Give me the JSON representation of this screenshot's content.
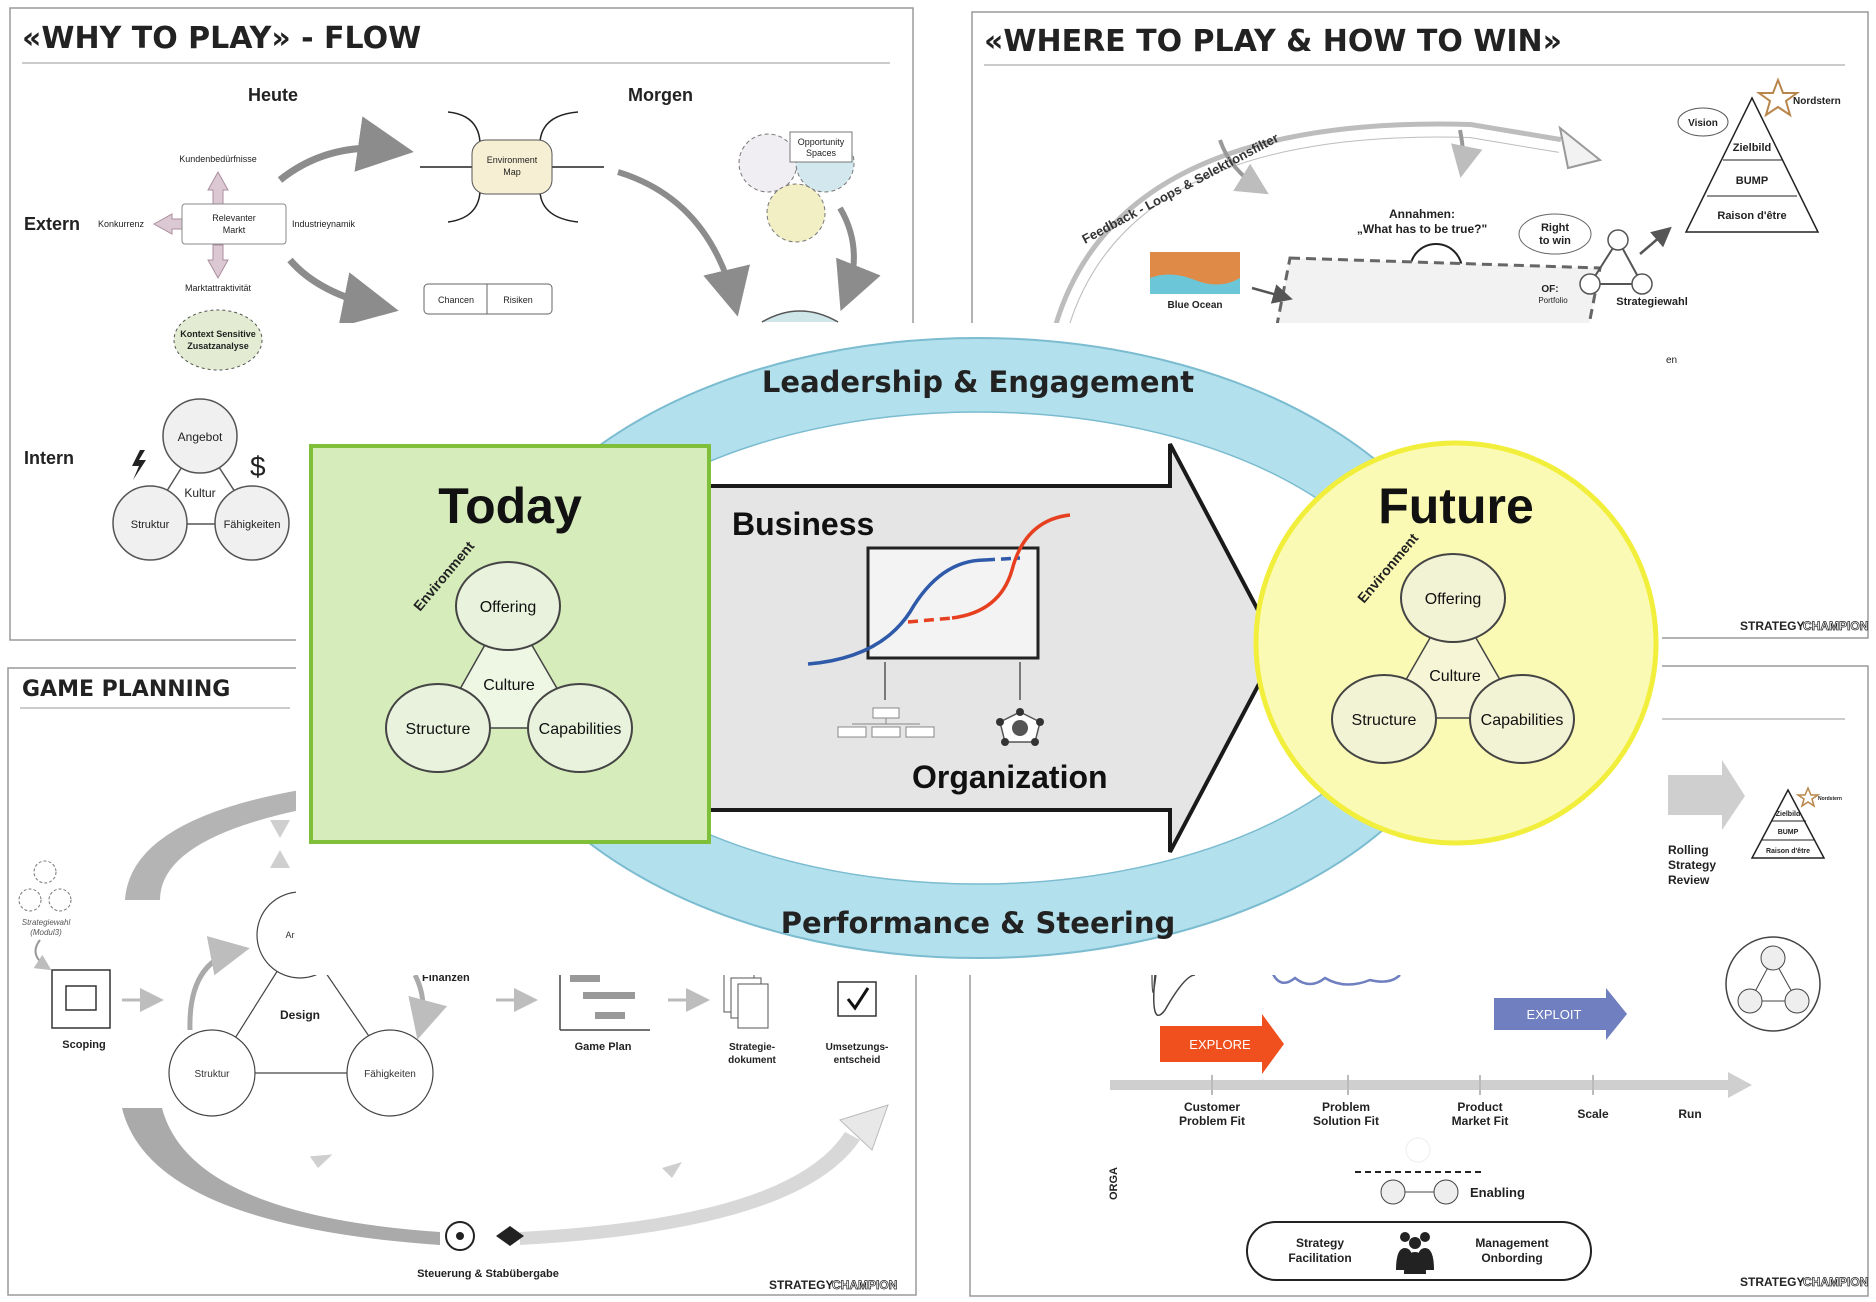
{
  "why": {
    "title": "«WHY TO PLAY» - FLOW",
    "heute": "Heute",
    "morgen": "Morgen",
    "extern": "Extern",
    "intern": "Intern",
    "kundenbeduerfnisse": "Kundenbedürfnisse",
    "konkurrenz": "Konkurrenz",
    "industriedynamik": "Industrieynamik",
    "marktattraktivitaet": "Marktattraktivität",
    "relevanter1": "Relevanter",
    "relevanter2": "Markt",
    "env1": "Environment",
    "env2": "Map",
    "chancen": "Chancen",
    "risiken": "Risiken",
    "opp1": "Opportunity",
    "opp2": "Spaces",
    "kontext1": "Kontext Sensitive",
    "kontext2": "Zusatzanalyse",
    "angebot": "Angebot",
    "kultur": "Kultur",
    "struktur": "Struktur",
    "faehigkeiten": "Fähigkeiten",
    "dollar": "$"
  },
  "where": {
    "title": "«WHERE TO PLAY & HOW TO WIN»",
    "feedback": "Feedback - Loops & Selektionsfilter",
    "annahmen1": "Annahmen:",
    "annahmen2": "„What has to be true?\"",
    "blue_ocean": "Blue Ocean",
    "right1": "Right",
    "right2": "to win",
    "of1": "OF:",
    "of2": "Portfolio",
    "strategiewahl": "Strategiewahl",
    "vision": "Vision",
    "nordstern": "Nordstern",
    "zielbild": "Zielbild",
    "bump": "BUMP",
    "raison": "Raison d'être",
    "fragment": "en"
  },
  "game": {
    "title": "GAME PLANNING",
    "strategiewahl1": "Strategiewahl",
    "strategiewahl2": "(Modul3)",
    "scoping": "Scoping",
    "ar": "Ar",
    "design": "Design",
    "struktur": "Struktur",
    "faehigkeiten": "Fähigkeiten",
    "finanzen": "Finanzen",
    "game_plan": "Game Plan",
    "dokument1": "Strategie-",
    "dokument2": "dokument",
    "entscheid1": "Umsetzungs-",
    "entscheid2": "entscheid",
    "steuerung": "Steuerung & Stabübergabe"
  },
  "exec": {
    "rolling1": "Rolling",
    "rolling2": "Strategy",
    "rolling3": "Review",
    "zielbild": "Zielbild",
    "bump": "BUMP",
    "raison": "Raison d'être",
    "nordstern": "Nordstern",
    "explore": "EXPLORE",
    "exploit": "EXPLOIT",
    "m1a": "Customer",
    "m1b": "Problem Fit",
    "m2a": "Problem",
    "m2b": "Solution Fit",
    "m3a": "Product",
    "m3b": "Market Fit",
    "m4": "Scale",
    "m5": "Run",
    "orga": "ORGA",
    "enabling": "Enabling",
    "facilitation1": "Strategy",
    "facilitation2": "Facilitation",
    "onbording1": "Management",
    "onbording2": "Onbording"
  },
  "brand": {
    "strategy": "STRATEGY",
    "champion": "CHAMPION"
  },
  "main": {
    "leadership": "Leadership & Engagement",
    "performance": "Performance & Steering",
    "today": "Today",
    "future": "Future",
    "business": "Business",
    "organization": "Organization",
    "environment": "Environment",
    "offering": "Offering",
    "culture": "Culture",
    "structure": "Structure",
    "capabilities": "Capabilities"
  },
  "colors": {
    "ring": "#b2e0ec",
    "today_fill": "#d6ecbb",
    "today_border": "#7fbf3a",
    "future_fill": "#fafab4",
    "future_border": "#f2ee3c",
    "arrow_fill": "#e5e5e5",
    "explore": "#f0501e",
    "exploit": "#6f7fc0",
    "curve_blue": "#2f5aaa",
    "curve_red": "#e64020"
  }
}
